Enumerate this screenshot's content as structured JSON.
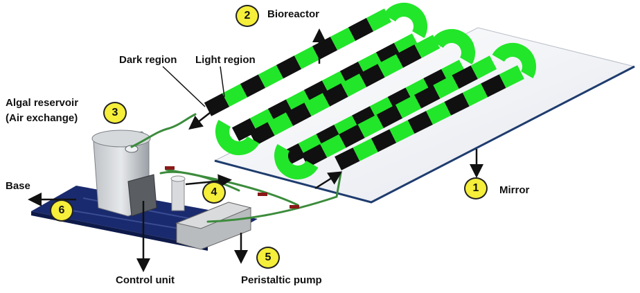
{
  "labels": {
    "bioreactor": "Bioreactor",
    "dark_region": "Dark region",
    "light_region": "Light region",
    "algal_reservoir_line1": "Algal reservoir",
    "algal_reservoir_line2": "(Air exchange)",
    "base": "Base",
    "mirror": "Mirror",
    "control_unit": "Control unit",
    "peristaltic_pump": "Peristaltic pump"
  },
  "badges": {
    "mirror": "1",
    "bioreactor": "2",
    "algal_reservoir": "3",
    "tubing_valve": "4",
    "peristaltic_pump": "5",
    "base": "6"
  },
  "colors": {
    "tube_light": "#22e62a",
    "tube_dark": "#101010",
    "badge_fill": "#f5ee3a",
    "mirror_edge": "#1f3c6e",
    "base_plate": "#1a2a6e"
  }
}
